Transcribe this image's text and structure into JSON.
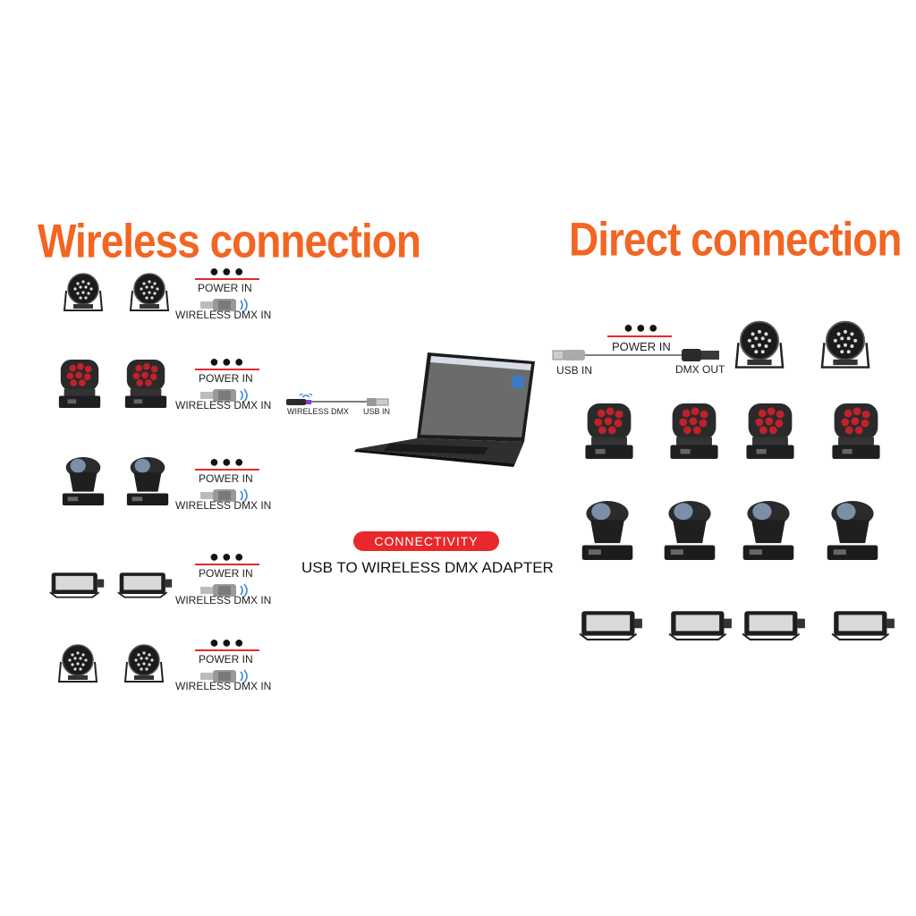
{
  "titles": {
    "wireless": "Wireless connection",
    "direct": "Direct connection"
  },
  "wireless_rows": [
    {
      "power": "POWER IN",
      "dmx": "WIRELESS DMX IN",
      "fixture": "par-light"
    },
    {
      "power": "POWER IN",
      "dmx": "WIRELESS DMX IN",
      "fixture": "wash-moving-head"
    },
    {
      "power": "POWER IN",
      "dmx": "WIRELESS DMX IN",
      "fixture": "beam-moving-head"
    },
    {
      "power": "POWER IN",
      "dmx": "WIRELESS DMX IN",
      "fixture": "strobe-light"
    },
    {
      "power": "POWER IN",
      "dmx": "WIRELESS DMX IN",
      "fixture": "par-light"
    }
  ],
  "center": {
    "adapter_wireless": "WIRELESS DMX",
    "adapter_usb": "USB IN",
    "badge": "CONNECTIVITY",
    "subtitle": "USB TO WIRELESS DMX ADAPTER"
  },
  "direct": {
    "power": "POWER IN",
    "usb": "USB IN",
    "dmx_out": "DMX OUT"
  },
  "colors": {
    "title": "#f26522",
    "accent": "#e8282b"
  }
}
